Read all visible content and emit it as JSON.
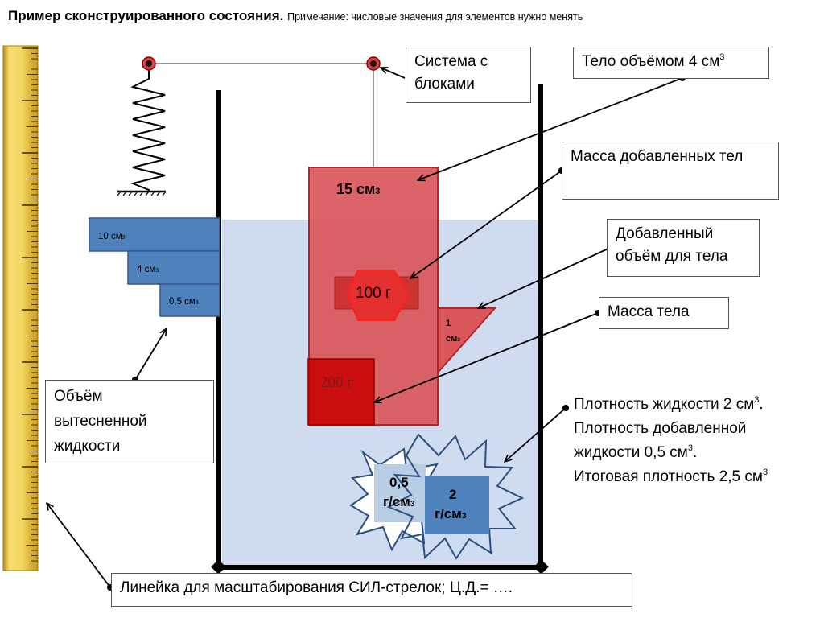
{
  "header": {
    "title": "Пример сконструированного состояния.",
    "note": "Примечание: числовые значения для элементов нужно менять"
  },
  "blocks": {
    "block1": "10 см",
    "block2": "4 см",
    "block3": "0,5 см",
    "unit_sup": "3"
  },
  "body_labels": {
    "volume_main": "15 см",
    "added_mass": "100 г",
    "added_volume_line1": "1",
    "added_volume_line2": "см",
    "body_mass": "200 г",
    "unit_sup": "3"
  },
  "density_tags": {
    "added_line1": "0,5",
    "added_line2": "г/см",
    "liquid_line1": "2",
    "liquid_line2": "г/см",
    "unit_sup": "3"
  },
  "callouts": {
    "pulleys": "Система с блоками",
    "body_volume": "Тело объёмом 4 см",
    "added_bodies_mass": "Масса добавленных тел",
    "added_volume": "Добавленный объём для тела",
    "body_mass": "Масса тела",
    "displaced": "Объём вытесненной жидкости",
    "density_1": "Плотность жидкости 2 см",
    "density_2": "Плотность добавленной",
    "density_3": "жидкости 0,5 см",
    "density_4": "Итоговая плотность 2,5 см",
    "ruler": "Линейка для масштабирования СИЛ-стрелок; Ц.Д.= ….",
    "unit_sup": "3"
  },
  "colors": {
    "water": "#cfdcef",
    "block_blue": "#4f81bd",
    "body_red": "#d9565a",
    "dark_red": "#c00000",
    "ruler_yellow": "#f0d060"
  }
}
